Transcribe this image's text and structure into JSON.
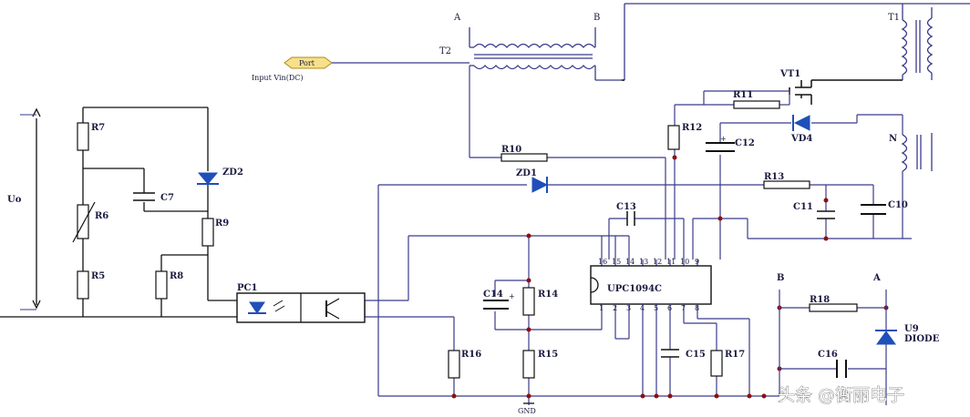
{
  "colors": {
    "wire": "#3a3a8c",
    "dark": "#111111",
    "diode": "#1f4fb8",
    "port_fill": "#f7e08a",
    "port_stroke": "#b08a20"
  },
  "labels": {
    "A_top": "A",
    "B_top": "B",
    "T2": "T2",
    "T1": "T1",
    "port": "Port",
    "input": "Input Vin(DC)",
    "VT1": "VT1",
    "R11": "R11",
    "R12": "R12",
    "C12": "C12",
    "VD4": "VD4",
    "N": "N",
    "R10": "R10",
    "ZD1": "ZD1",
    "R13": "R13",
    "C11": "C11",
    "C10": "C10",
    "C13": "C13",
    "IC": "UPC1094C",
    "C14": "C14",
    "R14": "R14",
    "R15": "R15",
    "R16": "R16",
    "GND": "GND",
    "C15": "C15",
    "R17": "R17",
    "B_right": "B",
    "A_right": "A",
    "R18": "R18",
    "U9": "U9",
    "DIODE": "DIODE",
    "C16": "C16",
    "PC1": "PC1",
    "R7": "R7",
    "R6": "R6",
    "R5": "R5",
    "C7": "C7",
    "ZD2": "ZD2",
    "R9": "R9",
    "R8": "R8",
    "Uo": "Uo",
    "watermark": "头条 @衡丽电子"
  },
  "ic_pins": {
    "top": [
      "16",
      "15",
      "14",
      "13",
      "12",
      "11",
      "10",
      "9"
    ],
    "bottom": [
      "1",
      "2",
      "3",
      "4",
      "5",
      "6",
      "7",
      "8"
    ]
  }
}
